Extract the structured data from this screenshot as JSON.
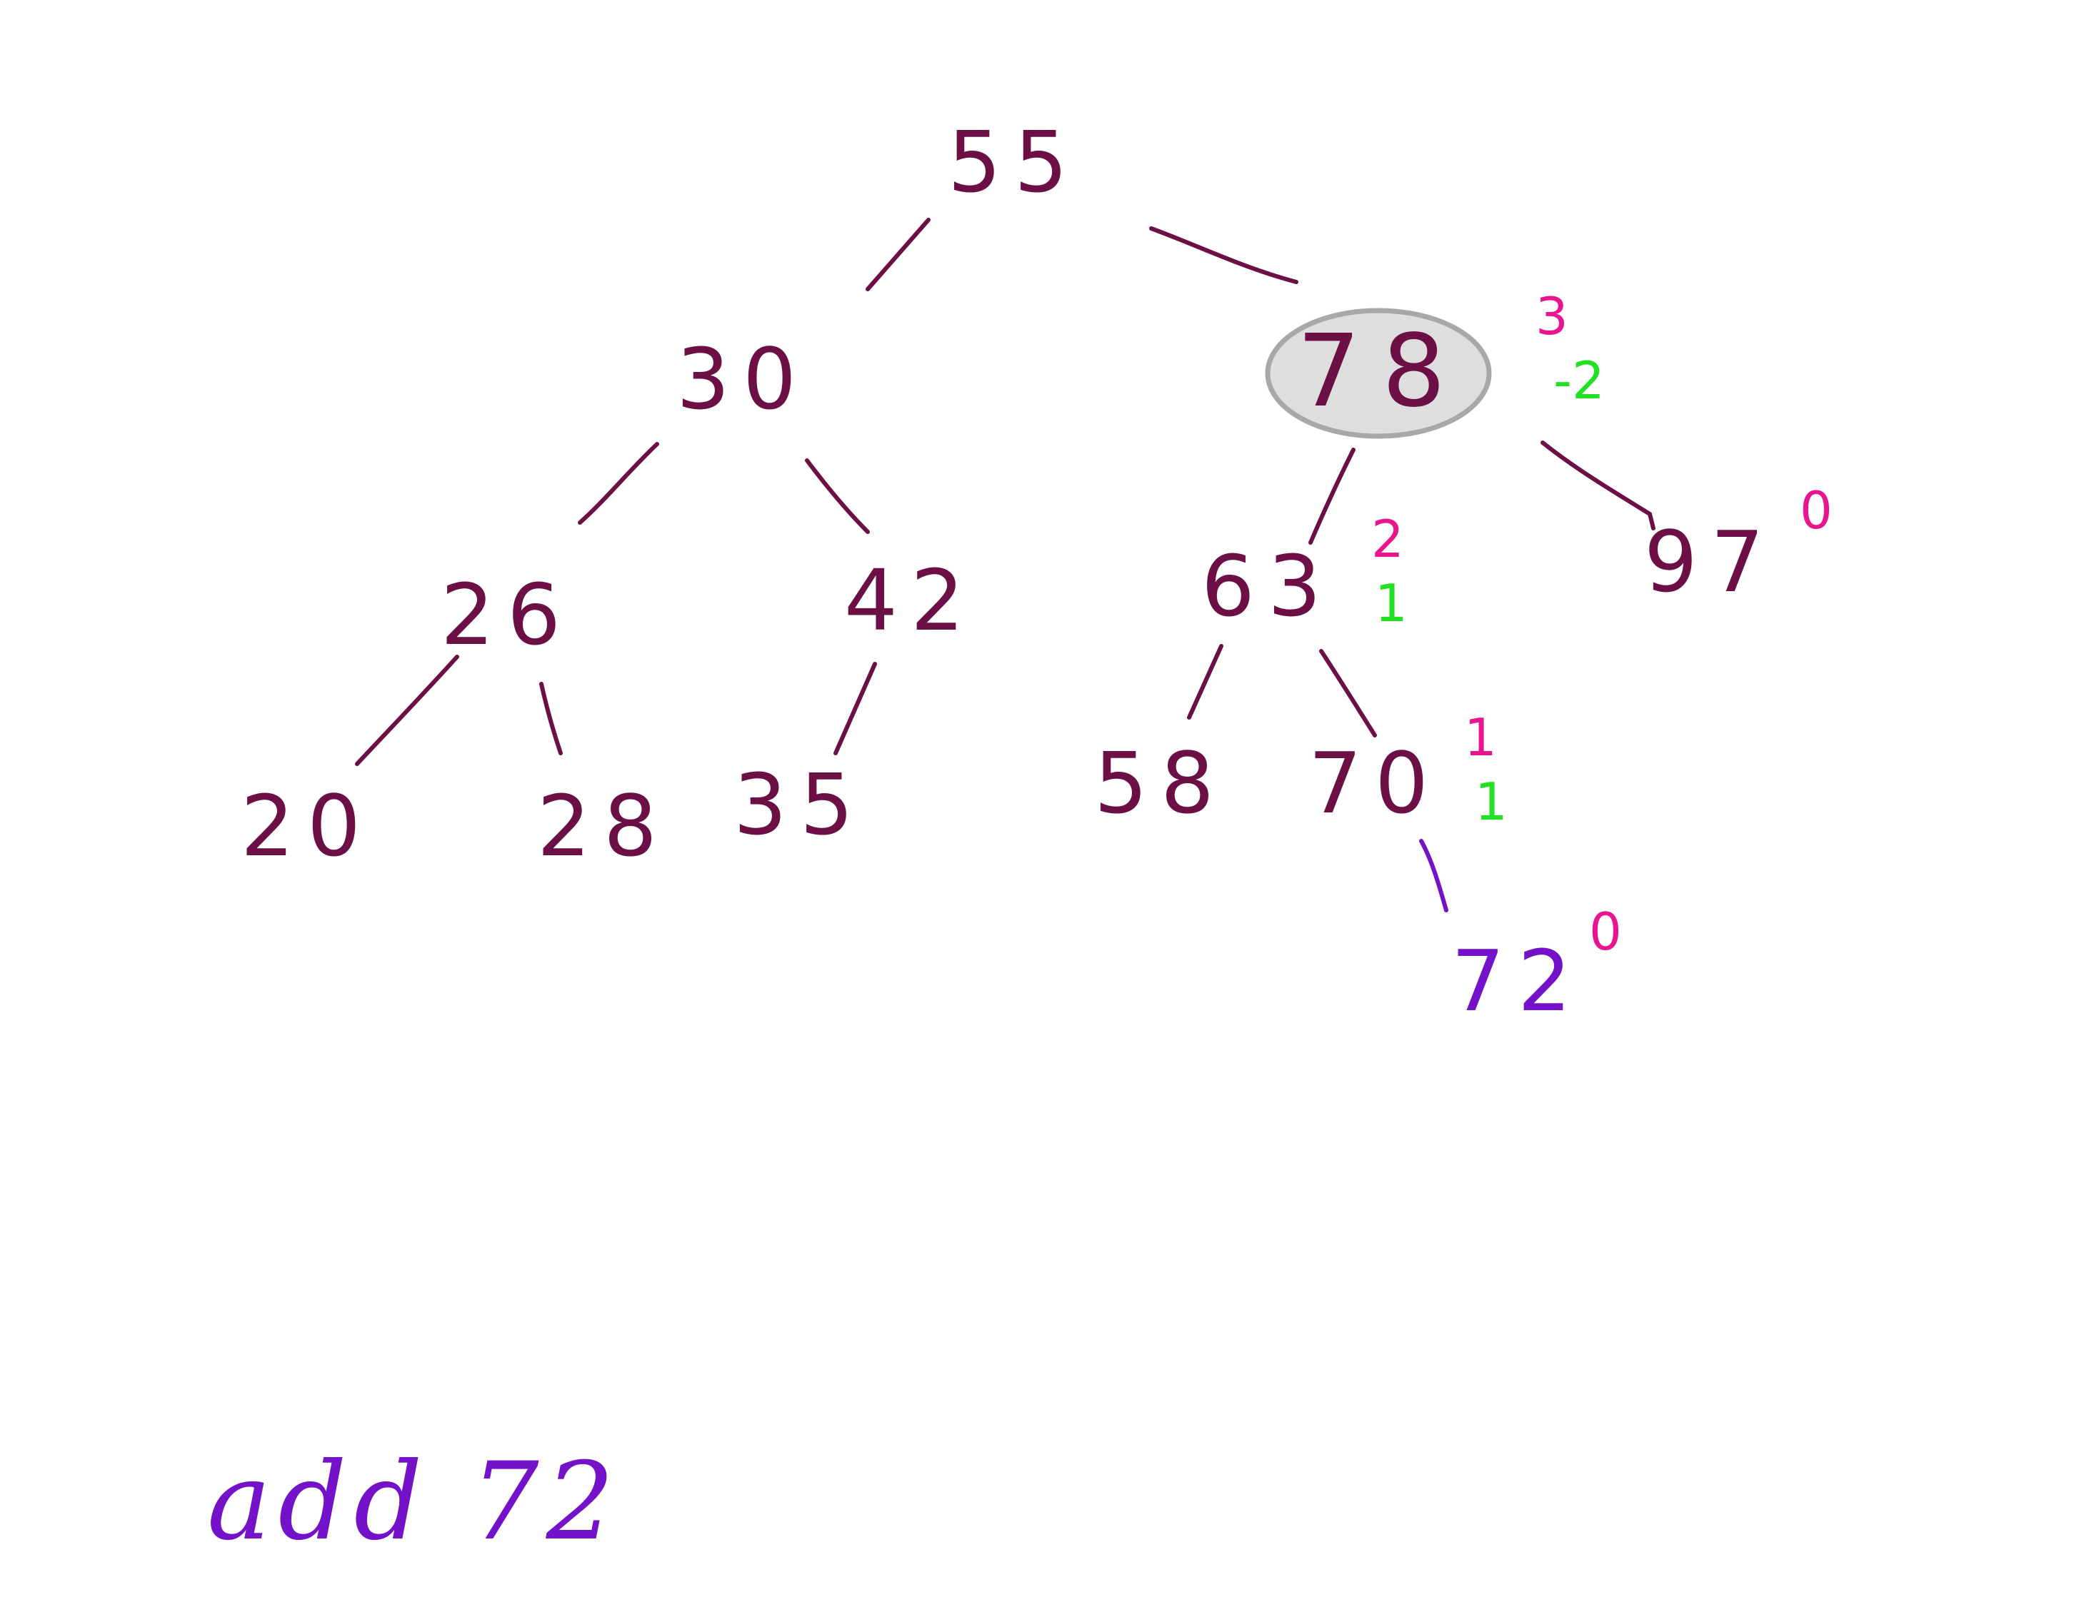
{
  "colors": {
    "node": "#6b0f45",
    "height": "#e8158f",
    "balance": "#22e022",
    "inserted": "#7312c8",
    "highlight_fill": "#dedede",
    "highlight_stroke": "#a8a8a8"
  },
  "nodes": [
    {
      "id": "n55",
      "label": "55"
    },
    {
      "id": "n30",
      "label": "30"
    },
    {
      "id": "n78",
      "label": "78",
      "height": "3",
      "balance": "-2",
      "highlighted": true
    },
    {
      "id": "n26",
      "label": "26"
    },
    {
      "id": "n42",
      "label": "42"
    },
    {
      "id": "n63",
      "label": "63",
      "height": "2",
      "balance": "1"
    },
    {
      "id": "n97",
      "label": "97",
      "height": "0"
    },
    {
      "id": "n20",
      "label": "20"
    },
    {
      "id": "n28",
      "label": "28"
    },
    {
      "id": "n35",
      "label": "35"
    },
    {
      "id": "n58",
      "label": "58"
    },
    {
      "id": "n70",
      "label": "70",
      "height": "1",
      "balance": "1"
    },
    {
      "id": "n72",
      "label": "72",
      "height": "0",
      "inserted": true
    }
  ],
  "edges": [
    {
      "from": "n55",
      "to": "n30"
    },
    {
      "from": "n55",
      "to": "n78"
    },
    {
      "from": "n30",
      "to": "n26"
    },
    {
      "from": "n30",
      "to": "n42"
    },
    {
      "from": "n78",
      "to": "n63"
    },
    {
      "from": "n78",
      "to": "n97"
    },
    {
      "from": "n26",
      "to": "n20"
    },
    {
      "from": "n26",
      "to": "n28"
    },
    {
      "from": "n42",
      "to": "n35"
    },
    {
      "from": "n63",
      "to": "n58"
    },
    {
      "from": "n63",
      "to": "n70"
    },
    {
      "from": "n70",
      "to": "n72"
    }
  ],
  "caption": "add 72"
}
